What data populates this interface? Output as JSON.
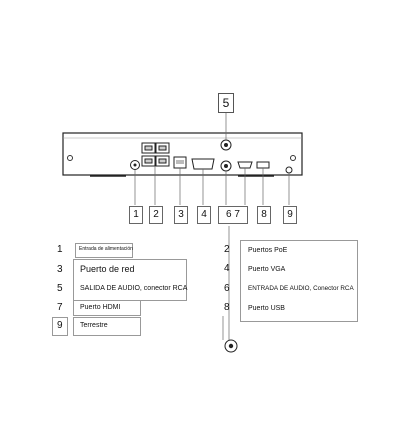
{
  "callouts": [
    "1",
    "2",
    "3",
    "4",
    "6 7",
    "8",
    "9"
  ],
  "top_callout": "5",
  "legend_left": [
    {
      "num": "1",
      "label": "Entrada de alimentación"
    },
    {
      "num": "3",
      "label": "Puerto de red"
    },
    {
      "num": "5",
      "label": "SALIDA DE AUDIO, conector RCA"
    },
    {
      "num": "7",
      "label": "Puerto HDMI"
    },
    {
      "num": "9",
      "label": "Terrestre"
    }
  ],
  "legend_right": [
    {
      "num": "2",
      "label": "Puertos PoE"
    },
    {
      "num": "4",
      "label": "Puerto VGA"
    },
    {
      "num": "6",
      "label": "ENTRADA DE AUDIO, Conector RCA"
    },
    {
      "num": "8",
      "label": "Puerto USB"
    }
  ]
}
